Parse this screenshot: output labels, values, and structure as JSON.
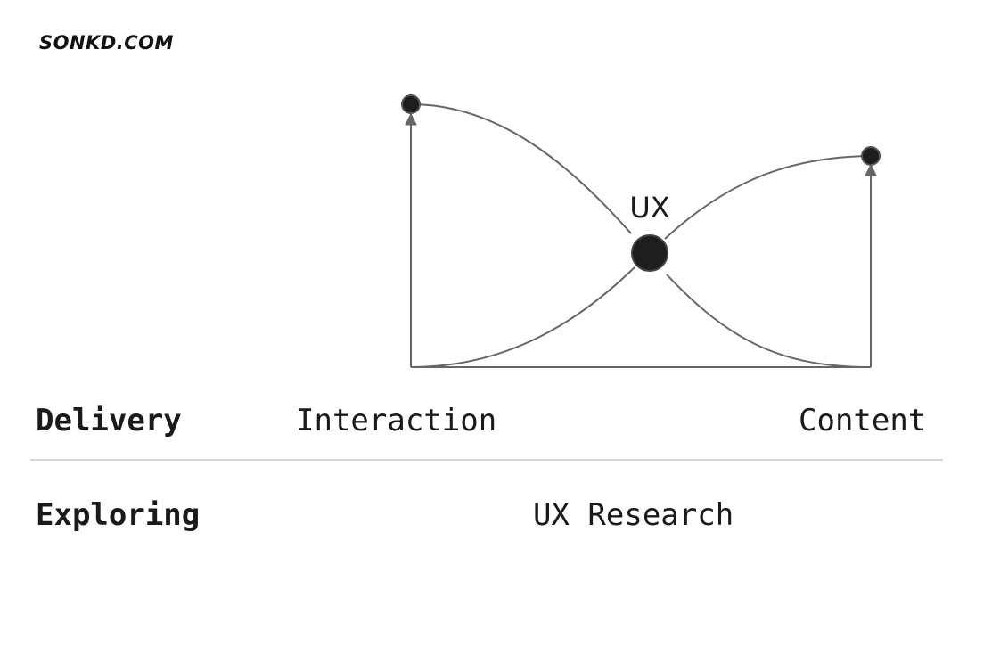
{
  "brand": {
    "text": "SONKD.COM"
  },
  "diagram": {
    "center_label": "UX"
  },
  "table": {
    "rows": [
      {
        "label": "Delivery",
        "cells": [
          "Interaction",
          "Content"
        ]
      },
      {
        "label": "Exploring",
        "cells": [
          "UX Research"
        ]
      }
    ]
  },
  "colors": {
    "line": "#666666",
    "node": "#1e1e1e",
    "text": "#1a1a1a",
    "divider": "#d8d8d8"
  }
}
